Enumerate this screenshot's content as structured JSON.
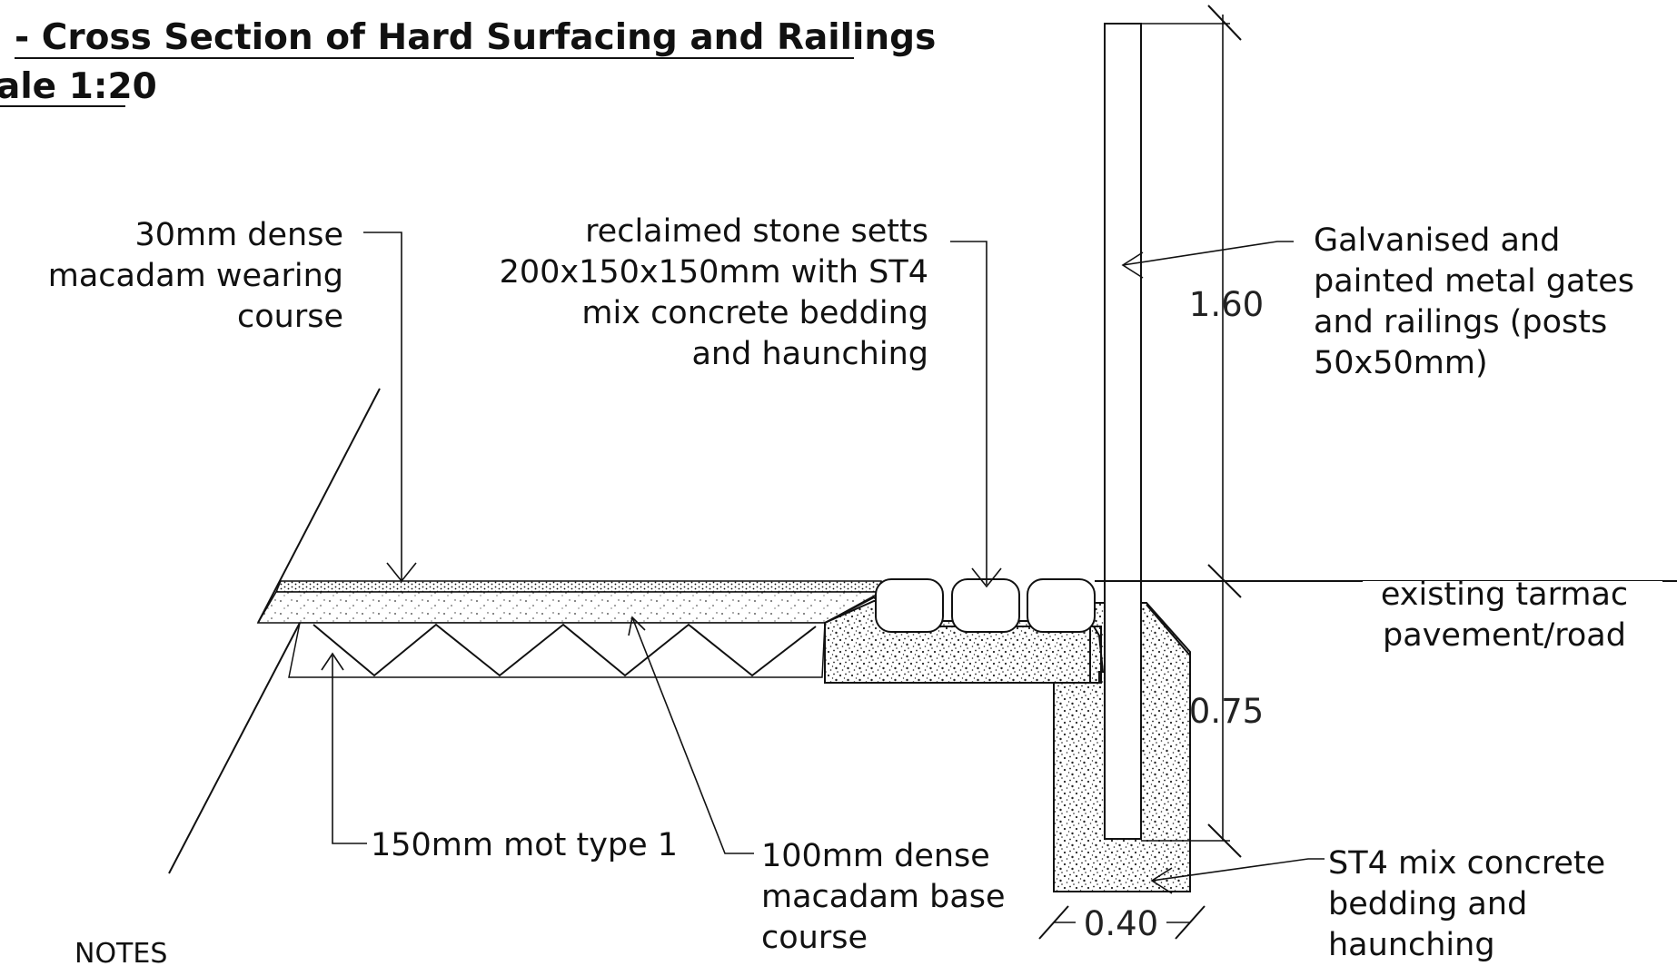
{
  "title": {
    "line1": "- Cross Section of Hard Surfacing and Railings",
    "line2": "ale 1:20"
  },
  "labels": {
    "wearing_course": [
      "30mm dense",
      "macadam wearing",
      "course"
    ],
    "stone_setts": [
      "reclaimed stone setts",
      "200x150x150mm with ST4",
      "mix concrete bedding",
      "and haunching"
    ],
    "gates_railings": [
      "Galvanised and",
      "painted metal gates",
      "and railings (posts",
      "50x50mm)"
    ],
    "existing_tarmac": [
      "existing tarmac",
      "pavement/road"
    ],
    "mot_type1": "150mm mot type 1",
    "base_course": [
      "100mm dense",
      "macadam base",
      "course"
    ],
    "concrete_bedding": [
      "ST4 mix concrete",
      "bedding and",
      "haunching"
    ]
  },
  "dimensions": {
    "railing_height": "1.60",
    "post_embed_depth": "0.75",
    "footing_width": "0.40"
  },
  "notes_heading": "NOTES"
}
